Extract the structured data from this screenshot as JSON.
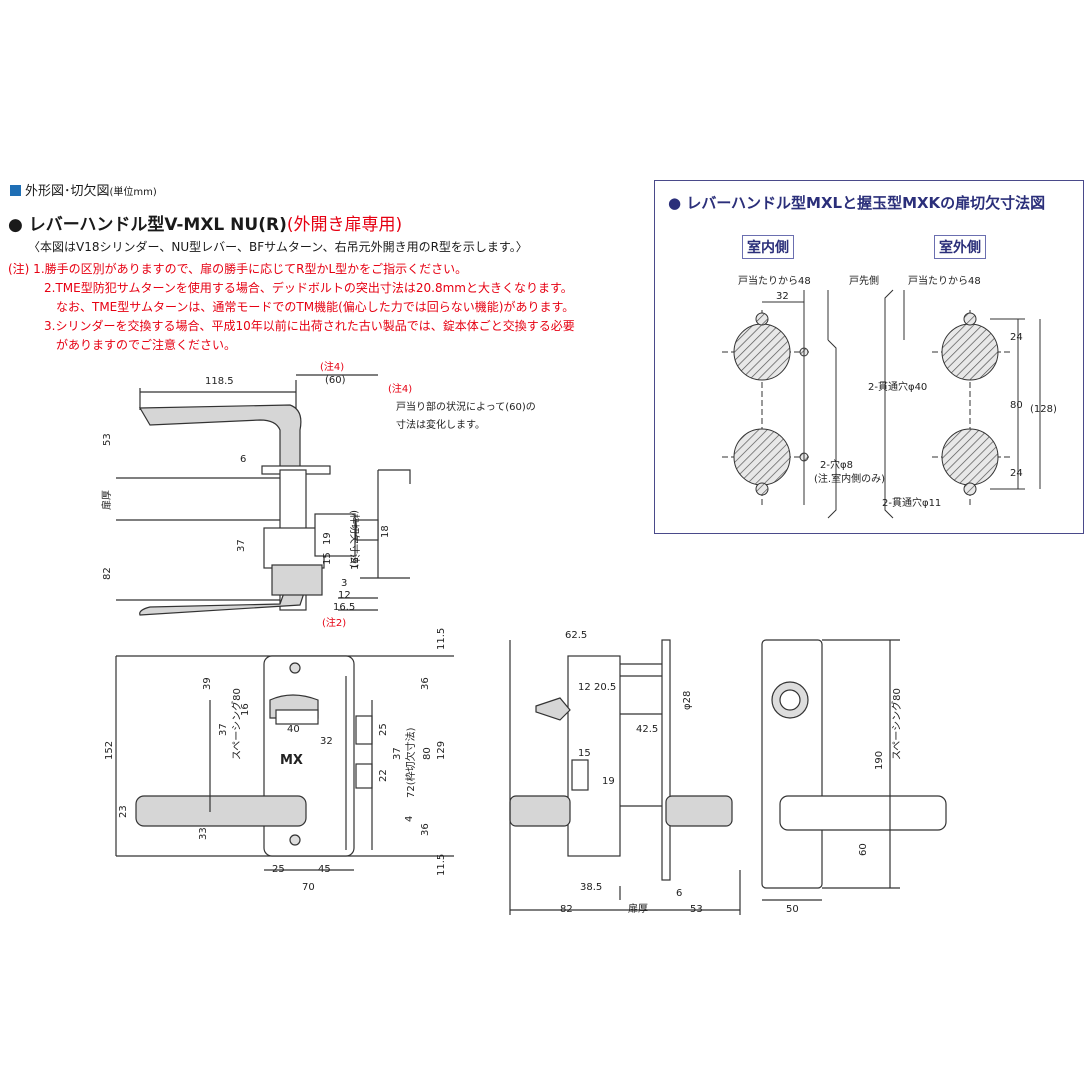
{
  "header": {
    "title": "外形図･切欠図",
    "unit": "(単位mm)"
  },
  "title": {
    "main": "レバーハンドル型V-MXL NU(R)",
    "red": "(外開き扉専用)"
  },
  "subtitle": "〈本図はV18シリンダー、NU型レバー、BFサムターン、右吊元外開き用のR型を示します。〉",
  "notes": [
    "(注) 1.勝手の区別がありますので、扉の勝手に応じてR型かL型かをご指示ください。",
    "2.TME型防犯サムターンを使用する場合、デッドボルトの突出寸法は20.8mmと大きくなります。",
    "なお、TME型サムターンは、通常モードでのTM機能(偏心した力では回らない機能)があります。",
    "3.シリンダーを交換する場合、平成10年以前に出荷された古い製品では、錠本体ごと交換する必要",
    "がありますのでご注意ください。"
  ],
  "note4": {
    "mark": "(注4)",
    "text1": "戸当り部の状況によって(60)の",
    "text2": "寸法は変化します。"
  },
  "right_panel": {
    "title": "レバーハンドル型MXLと握玉型MXKの扉切欠寸法図",
    "indoor": "室内側",
    "outdoor": "室外側",
    "door_edge": "戸先側",
    "from_stop_l": "戸当たりから48",
    "from_stop_r": "戸当たりから48",
    "d32": "32",
    "d24a": "24",
    "d80": "80",
    "d128": "(128)",
    "d24b": "24",
    "hole40": "2-貫通穴φ40",
    "hole8": "2-穴φ8",
    "hole8_note": "(注.室内側のみ)",
    "hole11": "2-貫通穴φ11"
  },
  "dims": {
    "top_118": "118.5",
    "top_n4": "(注4)",
    "top_60": "(60)",
    "d53": "53",
    "door": "扉厚",
    "d82": "82",
    "d6": "6",
    "d37": "37",
    "d19": "19",
    "d15": "15",
    "d18": "18",
    "d16": "16",
    "d3": "3",
    "d12": "12",
    "d16_5": "16.5",
    "frame_cut": "(枠切欠寸法)",
    "n2": "(注2)",
    "f11_5a": "11.5",
    "f39": "39",
    "f16": "16",
    "f37": "37",
    "f40": "40",
    "f32": "32",
    "f36a": "36",
    "f25": "25",
    "f37b": "37",
    "f80": "80",
    "f129": "129",
    "f152": "152",
    "f22": "22",
    "f72": "72(枠切欠寸法)",
    "f23": "23",
    "f33": "33",
    "f4": "4",
    "f36b": "36",
    "f11_5b": "11.5",
    "f25b": "25",
    "f45": "45",
    "f70": "70",
    "spacing": "スペーシング80",
    "brand": "MX",
    "s62_5": "62.5",
    "s12": "12",
    "s20_5": "20.5",
    "s28": "φ28",
    "s42_5": "42.5",
    "s15": "15",
    "s19": "19",
    "s38_5": "38.5",
    "s6": "6",
    "s82": "82",
    "s_door": "扉厚",
    "s53": "53",
    "o_spacing": "スペーシング80",
    "o190": "190",
    "o60": "60",
    "o50": "50"
  }
}
